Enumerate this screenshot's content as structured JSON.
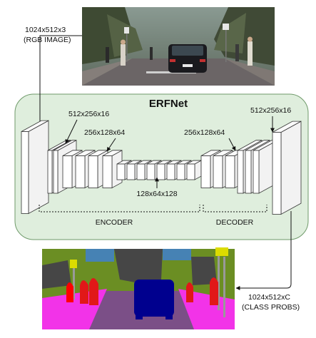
{
  "diagram": {
    "title": "ERFNet",
    "input_label": {
      "line1": "1024x512x3",
      "line2": "(RGB IMAGE)"
    },
    "output_label": {
      "line1": "1024x512xC",
      "line2": "(CLASS PROBS)"
    },
    "dims": {
      "enc1": "512x256x16",
      "enc2": "256x128x64",
      "bottleneck": "128x64x128",
      "dec2": "256x128x64",
      "dec1": "512x256x16"
    },
    "sections": {
      "encoder": "ENCODER",
      "decoder": "DECODER"
    }
  },
  "colors": {
    "panel_fill": "#dfeedd",
    "panel_stroke": "#6f9a6a",
    "road": "#7b4f87",
    "sidewalk": "#f233e8",
    "car": "#00008e",
    "person": "#e11818",
    "rider": "#ff0000",
    "vegetation": "#6b8e23",
    "building": "#464646",
    "sky": "#4682b4",
    "pole": "#999999",
    "sign": "#dcdc00"
  },
  "icons": [
    "photo-street-scene",
    "segmentation-map"
  ]
}
